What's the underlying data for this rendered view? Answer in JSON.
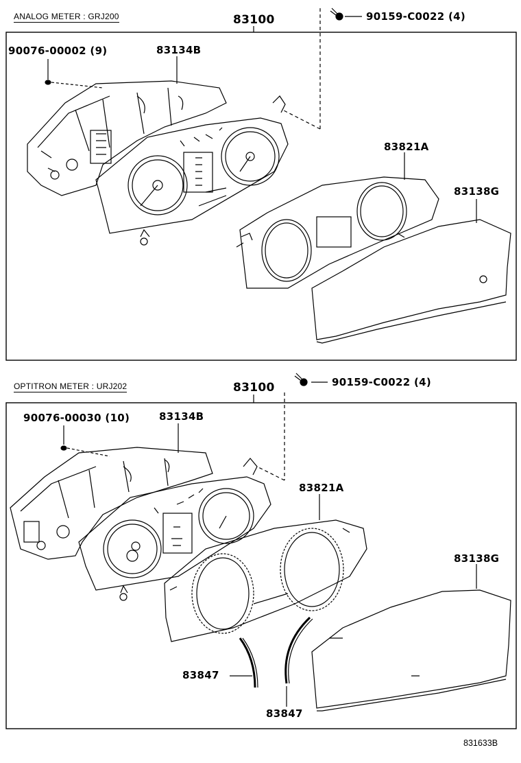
{
  "sections": [
    {
      "label": "ANALOG METER : GRJ200",
      "assembly": "83100",
      "screw": "90159-C0022 (4)",
      "pin": "90076-00002 (9)",
      "housing": "83134B",
      "plate": "83821A",
      "glass": "83138G"
    },
    {
      "label": "OPTITRON METER : URJ202",
      "assembly": "83100",
      "screw": "90159-C0022 (4)",
      "pin": "90076-00030 (10)",
      "housing": "83134B",
      "plate": "83821A",
      "glass": "83138G",
      "ring_left": "83847",
      "ring_right": "83847"
    }
  ],
  "illustration_code": "831633B",
  "colors": {
    "line": "#000000",
    "background": "#ffffff"
  }
}
